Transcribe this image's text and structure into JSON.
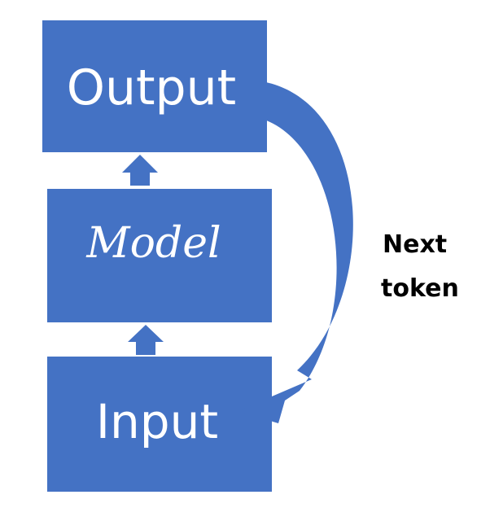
{
  "colors": {
    "box_fill": "#4472c4",
    "label_text": "#ffffff",
    "side_text": "#000000"
  },
  "boxes": {
    "output": {
      "label": "Output"
    },
    "model": {
      "label": "Model"
    },
    "input": {
      "label": "Input"
    }
  },
  "loop_label": {
    "line1": "Next",
    "line2": "token"
  }
}
